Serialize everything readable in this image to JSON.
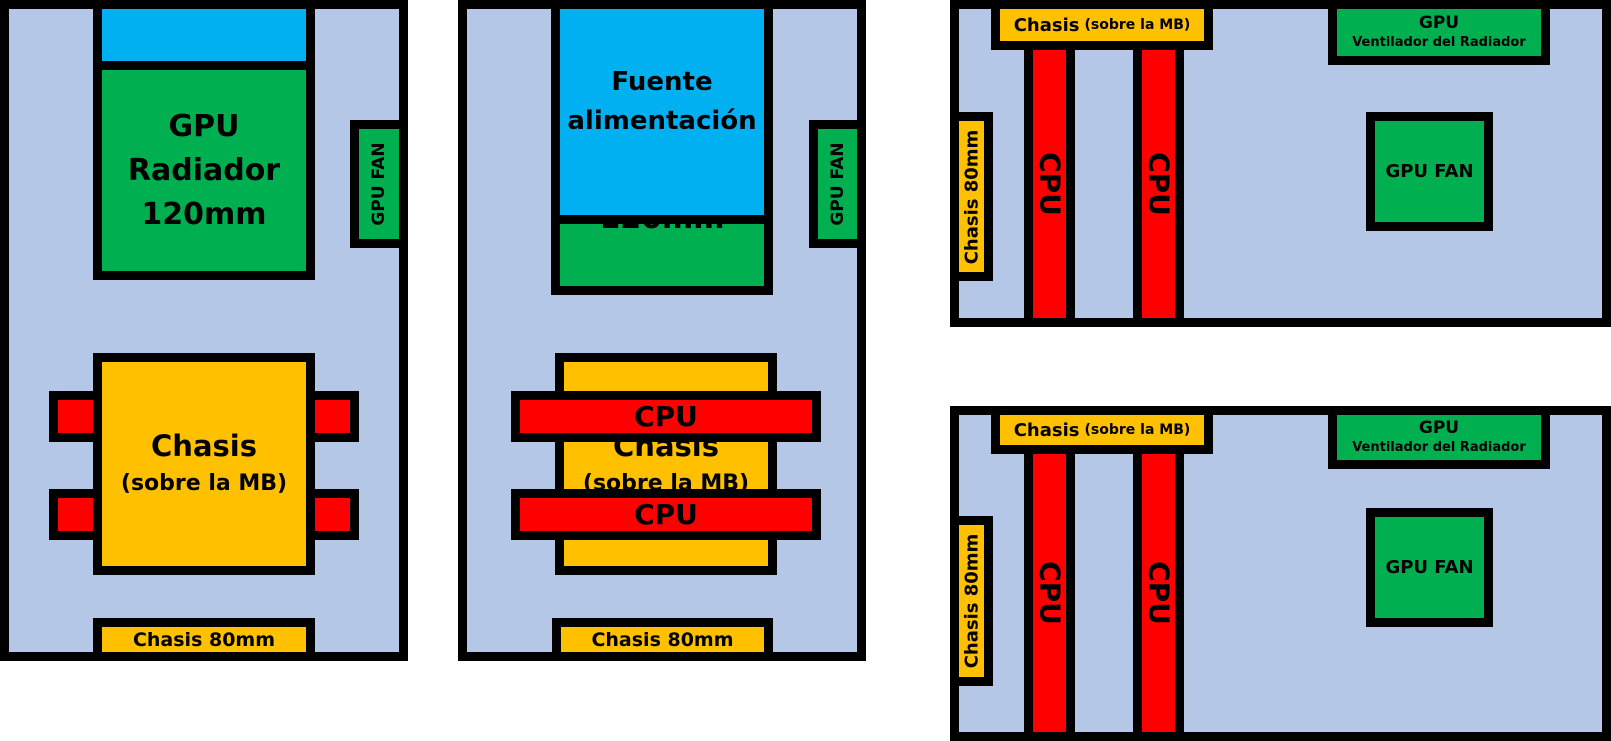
{
  "colors": {
    "case": "#b4c7e7",
    "psu": "#00b0f0",
    "gpu": "#00b050",
    "chassis_fan": "#ffc000",
    "cpu": "#ff0000",
    "outline": "#000000"
  },
  "panel1": {
    "psu_label": "",
    "radiator": {
      "line1": "GPU",
      "line2": "Radiador",
      "line3": "120mm"
    },
    "gpu_fan": "GPU FAN",
    "chassis_mb": {
      "line1": "Chasis",
      "line2": "(sobre la MB)"
    },
    "chassis_80": "Chasis 80mm"
  },
  "panel2": {
    "psu": {
      "line1": "Fuente",
      "line2": "alimentación"
    },
    "radiator_hidden_text": "120mm",
    "gpu_fan": "GPU FAN",
    "chassis_mb": {
      "line1": "Chasis",
      "line2": "(sobre la MB)"
    },
    "cpu_top": "CPU",
    "cpu_bottom": "CPU",
    "chassis_80": "Chasis 80mm"
  },
  "panel3": {
    "chassis_mb": {
      "main": "Chasis",
      "sub": "(sobre la MB)"
    },
    "chassis_80": "Chasis 80mm",
    "cpu_left": "CPU",
    "cpu_right": "CPU",
    "radiator_fan": {
      "line1": "GPU",
      "line2": "Ventilador del Radiador"
    },
    "gpu_fan": "GPU FAN"
  },
  "panel4": {
    "chassis_mb": {
      "main": "Chasis",
      "sub": "(sobre la MB)"
    },
    "chassis_80": "Chasis 80mm",
    "cpu_left": "CPU",
    "cpu_right": "CPU",
    "radiator_fan": {
      "line1": "GPU",
      "line2": "Ventilador del Radiador"
    },
    "gpu_fan": "GPU FAN"
  }
}
